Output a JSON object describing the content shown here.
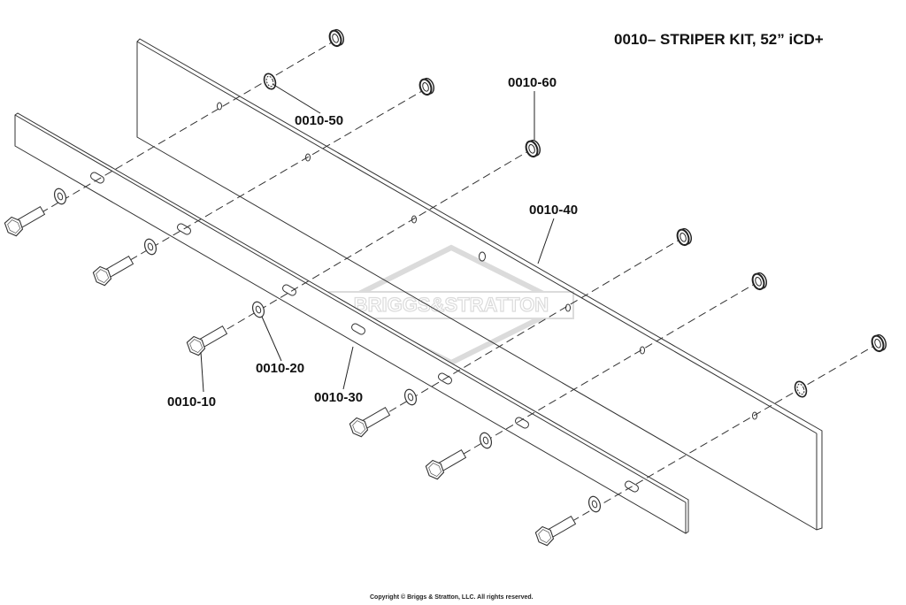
{
  "title": "0010–  STRIPER KIT, 52” iCD+",
  "watermark": "BRIGGS&STRATTON",
  "callouts": {
    "c50": "0010-50",
    "c60": "0010-60",
    "c40": "0010-40",
    "c20": "0010-20",
    "c10": "0010-10",
    "c30": "0010-30"
  },
  "copyright": "Copyright © Briggs & Stratton, LLC. All rights reserved."
}
